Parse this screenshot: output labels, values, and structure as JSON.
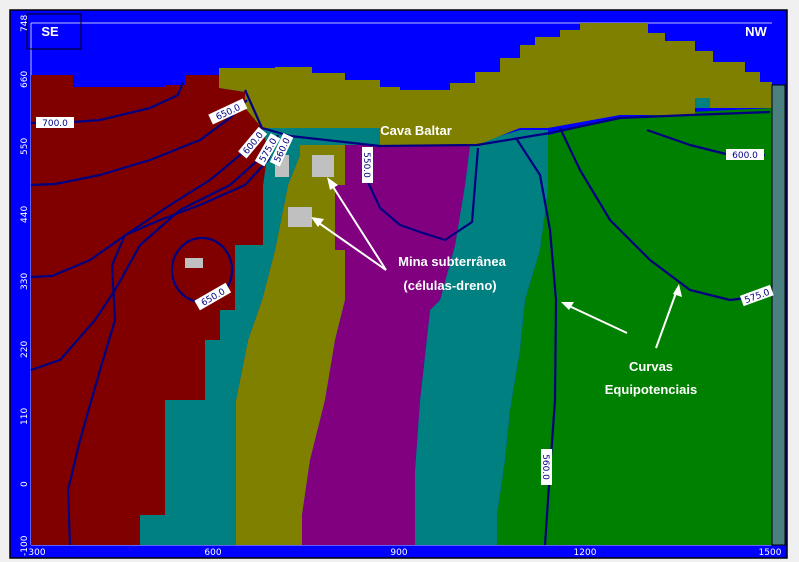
{
  "section": {
    "left_direction": "SE",
    "right_direction": "NW",
    "y_axis_ticks": [
      "748",
      "660",
      "550",
      "440",
      "330",
      "220",
      "110",
      "0",
      "-100"
    ],
    "x_axis_ticks": [
      "300",
      "600",
      "900",
      "1200",
      "1500"
    ]
  },
  "contour_labels": [
    "700.0",
    "650.0",
    "600.0",
    "575.0",
    "560.0",
    "550.0",
    "600.0",
    "650.0",
    "575.0",
    "560.0"
  ],
  "annotations": {
    "pit": "Cava Baltar",
    "mine_line1": "Mina subterrânea",
    "mine_line2": "(células-dreno)",
    "curves_line1": "Curvas",
    "curves_line2": "Equipotenciais"
  },
  "colors": {
    "sky": "#0000ff",
    "dark_red": "#800000",
    "teal": "#008080",
    "olive": "#808000",
    "purple": "#800080",
    "green": "#008000",
    "drain_cell": "#c0c0c0",
    "contour": "#000080"
  }
}
